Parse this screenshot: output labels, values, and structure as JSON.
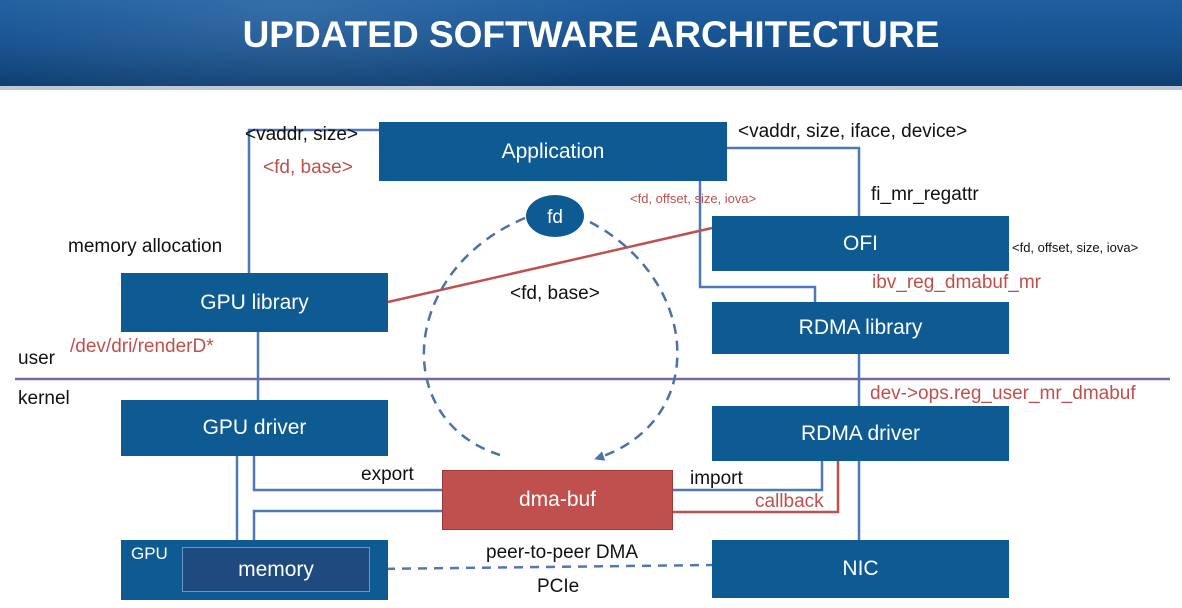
{
  "header": {
    "title": "UPDATED SOFTWARE ARCHITECTURE"
  },
  "boxes": {
    "application": "Application",
    "ofi": "OFI",
    "gpu_library": "GPU library",
    "rdma_library": "RDMA library",
    "gpu_driver": "GPU driver",
    "rdma_driver": "RDMA driver",
    "dma_buf": "dma-buf",
    "gpu": "GPU",
    "memory": "memory",
    "nic": "NIC",
    "fd": "fd"
  },
  "labels": {
    "vaddr_size": "<vaddr, size>",
    "fd_base_left": "<fd, base>",
    "vaddr_size_iface_device": "<vaddr, size, iface, device>",
    "fi_mr_regattr": "fi_mr_regattr",
    "fd_offset_size_iova_app": "<fd, offset, size,  iova>",
    "fd_offset_size_iova_ofi": "<fd, offset, size,  iova>",
    "memory_allocation": "memory allocation",
    "fd_base_center": "<fd, base>",
    "ibv_reg_dmabuf_mr": "ibv_reg_dmabuf_mr",
    "dev_dri": "/dev/dri/renderD*",
    "user": "user",
    "kernel": "kernel",
    "dev_ops": "dev->ops.reg_user_mr_dmabuf",
    "export": "export",
    "import": "import",
    "callback": "callback",
    "peer_to_peer": "peer-to-peer DMA",
    "pcie": "PCIe"
  },
  "colors": {
    "box_blue": "#0e5a93",
    "dma_red": "#c0504d",
    "wire_blue": "#4f79b6",
    "divider_purple": "#8064a2",
    "text_red": "#c0504d"
  }
}
